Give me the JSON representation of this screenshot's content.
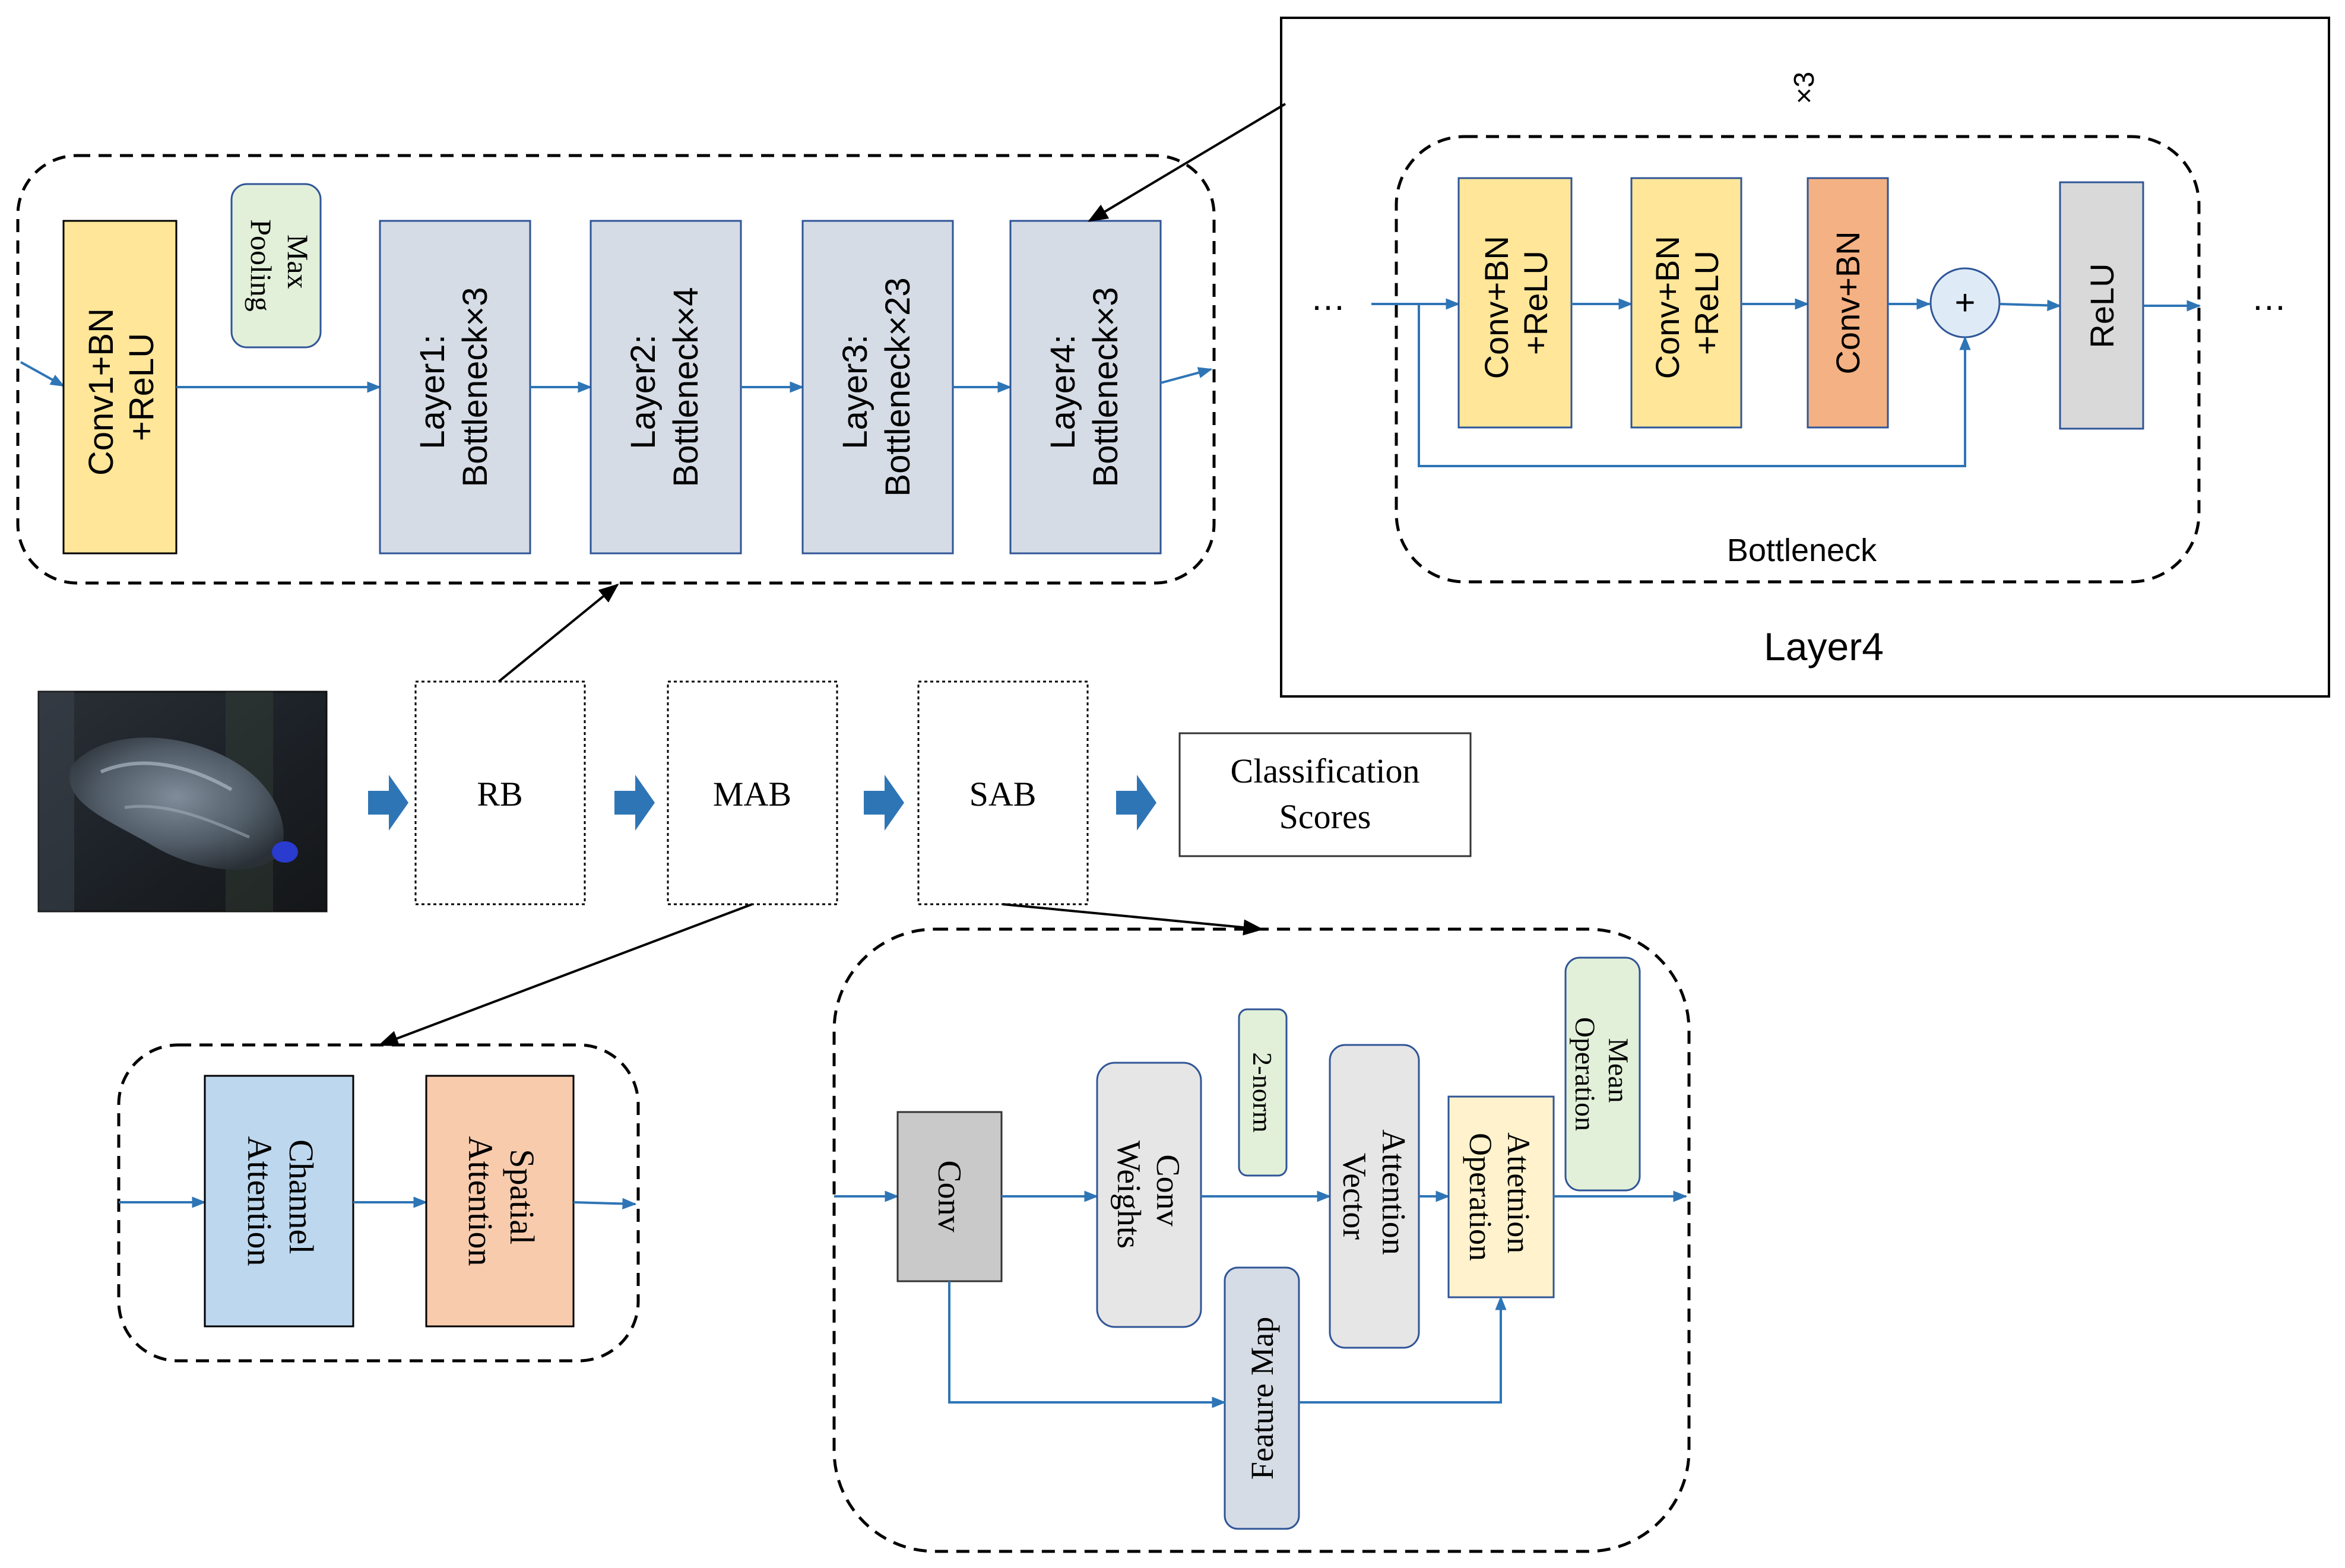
{
  "resnet_block": {
    "conv1": [
      "Conv1+BN",
      "+ReLU"
    ],
    "maxpool": [
      "Max",
      "Pooling"
    ],
    "layer1": [
      "Layer1:",
      "Bottleneck×3"
    ],
    "layer2": [
      "Layer2:",
      "Bottleneck×4"
    ],
    "layer3": [
      "Layer3:",
      "Bottleneck×23"
    ],
    "layer4": [
      "Layer4:",
      "Bottleneck×3"
    ]
  },
  "layer4_detail": {
    "title": "Layer4",
    "repeat": "×3",
    "bottleneck_label": "Bottleneck",
    "ellipsis": "…",
    "conv_bn_relu_1": [
      "Conv+BN",
      "+ReLU"
    ],
    "conv_bn_relu_2": [
      "Conv+BN",
      "+ReLU"
    ],
    "conv_bn": "Conv+BN",
    "plus": "+",
    "relu": "ReLU"
  },
  "pipeline": {
    "rb": "RB",
    "mab": "MAB",
    "sab": "SAB",
    "output": [
      "Classification",
      "Scores"
    ]
  },
  "mab_detail": {
    "channel": [
      "Channel",
      "Attention"
    ],
    "spatial": [
      "Spatial",
      "Attention"
    ]
  },
  "sab_detail": {
    "conv": "Conv",
    "conv_weights": [
      "Conv",
      "Weights"
    ],
    "norm": "2-norm",
    "attention_vector": [
      "Attention",
      "Vector"
    ],
    "attention_operation": [
      "Attetnion",
      "Operation"
    ],
    "mean_operation": [
      "Mean",
      "Operation"
    ],
    "feature_map": "Feature Map"
  },
  "colors": {
    "yellow": "#FFE699",
    "gray_blue": "#D6DCE5",
    "green": "#E2F0D9",
    "orange": "#F4B183",
    "gray": "#D9D9D9",
    "blue_fill": "#BDD7EE",
    "salmon": "#F8CBAD",
    "dark_gray": "#C9C9C9",
    "light_gray": "#E7E6E6",
    "cream": "#FFF2CC",
    "arrow_blue": "#2E75B6",
    "pipeline_arrow": "#2E75B6"
  }
}
